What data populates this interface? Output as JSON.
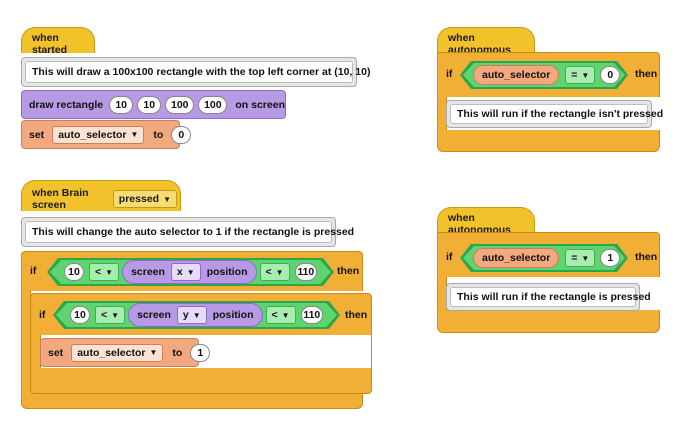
{
  "script1": {
    "hat": "when started",
    "comment": "This will draw a 100x100 rectangle with the top left corner at (10, 10)",
    "draw": {
      "label": "draw rectangle",
      "args": [
        "10",
        "10",
        "100",
        "100"
      ],
      "suffix": "on screen"
    },
    "set": {
      "label": "set",
      "var": "auto_selector",
      "to": "to",
      "value": "0"
    }
  },
  "script2": {
    "hat": "when Brain screen",
    "hat_option": "pressed",
    "comment": "This will change the auto selector to 1 if the rectangle is pressed",
    "if1": {
      "if": "if",
      "left": "10",
      "op": "<",
      "sensor": "screen",
      "axis": "x",
      "prop": "position",
      "op2": "<",
      "right": "110",
      "then": "then"
    },
    "if2": {
      "if": "if",
      "left": "10",
      "op": "<",
      "sensor": "screen",
      "axis": "y",
      "prop": "position",
      "op2": "<",
      "right": "110",
      "then": "then"
    },
    "set": {
      "label": "set",
      "var": "auto_selector",
      "to": "to",
      "value": "1"
    }
  },
  "script3": {
    "hat": "when autonomous",
    "if": "if",
    "var": "auto_selector",
    "op": "=",
    "value": "0",
    "then": "then",
    "comment": "This will run if the rectangle isn't pressed"
  },
  "script4": {
    "hat": "when autonomous",
    "if": "if",
    "var": "auto_selector",
    "op": "=",
    "value": "1",
    "then": "then",
    "comment": "This will run if the rectangle is pressed"
  },
  "colors": {
    "event": "#f2c22a",
    "control": "#f1b035",
    "looks": "#b79ae3",
    "variable": "#f2a980",
    "operator": "#5ed46e",
    "comment": "#e5e5e5"
  }
}
